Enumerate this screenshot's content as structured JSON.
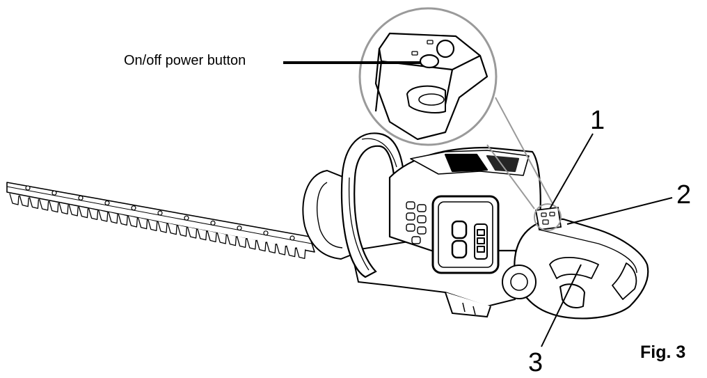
{
  "diagram": {
    "callout_power_button": "On/off power button",
    "callout_1": "1",
    "callout_2": "2",
    "callout_3": "3",
    "figure_label": "Fig. 3"
  },
  "colors": {
    "ink": "#000000",
    "magnifier": "#9a9a9a",
    "background": "#ffffff"
  }
}
